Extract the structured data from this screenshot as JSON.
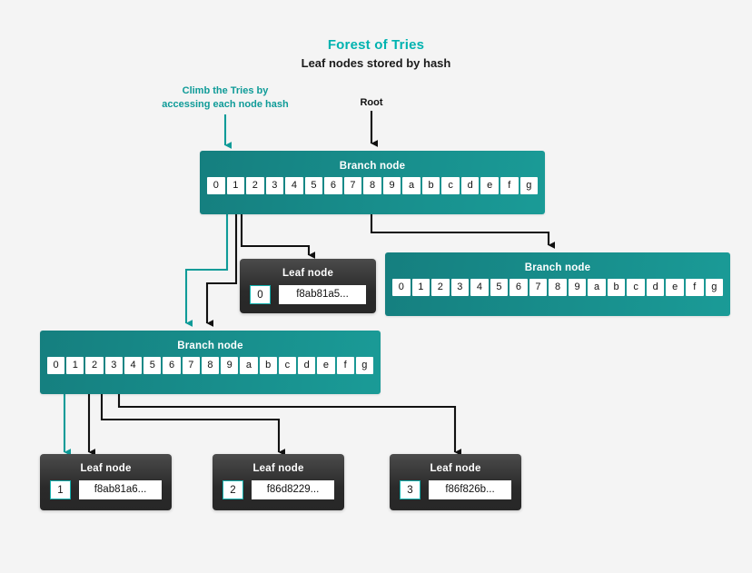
{
  "header": {
    "title": "Forest of Tries",
    "subtitle": "Leaf nodes stored by hash"
  },
  "annotations": {
    "climb": "Climb the Tries by\naccessing each node hash",
    "climb_line1": "Climb the Tries by",
    "climb_line2": "accessing each node hash",
    "root": "Root"
  },
  "colors": {
    "background": "#f4f4f4",
    "title_teal": "#00b3b0",
    "accent_teal": "#0f9b98",
    "branch_from": "#157f7f",
    "branch_to": "#1a9b97",
    "leaf_from": "#4b4b4b",
    "leaf_to": "#272727",
    "index_border": "#14b1ae",
    "wire_dark": "#111111",
    "wire_teal": "#0f9b98"
  },
  "labels": {
    "branch_node": "Branch node",
    "leaf_node": "Leaf node"
  },
  "nibbles": [
    "0",
    "1",
    "2",
    "3",
    "4",
    "5",
    "6",
    "7",
    "8",
    "9",
    "a",
    "b",
    "c",
    "d",
    "e",
    "f",
    "g"
  ],
  "nodes": {
    "root_branch": {
      "name": "root-branch-node",
      "title": "Branch node",
      "cells": [
        "0",
        "1",
        "2",
        "3",
        "4",
        "5",
        "6",
        "7",
        "8",
        "9",
        "a",
        "b",
        "c",
        "d",
        "e",
        "f",
        "g"
      ],
      "active_cells": [
        "0",
        "1",
        "8"
      ]
    },
    "right_branch": {
      "name": "right-branch-node",
      "title": "Branch node",
      "cells": [
        "0",
        "1",
        "2",
        "3",
        "4",
        "5",
        "6",
        "7",
        "8",
        "9",
        "a",
        "b",
        "c",
        "d",
        "e",
        "f",
        "g"
      ],
      "active_cells": []
    },
    "left_branch": {
      "name": "left-branch-node",
      "title": "Branch node",
      "cells": [
        "0",
        "1",
        "2",
        "3",
        "4",
        "5",
        "6",
        "7",
        "8",
        "9",
        "a",
        "b",
        "c",
        "d",
        "e",
        "f",
        "g"
      ],
      "active_cells": [
        "0",
        "1",
        "2",
        "3"
      ]
    },
    "leaf_top": {
      "title": "Leaf node",
      "index": "0",
      "hash": "f8ab81a5..."
    },
    "leaf_1": {
      "title": "Leaf node",
      "index": "1",
      "hash": "f8ab81a6..."
    },
    "leaf_2": {
      "title": "Leaf node",
      "index": "2",
      "hash": "f86d8229..."
    },
    "leaf_3": {
      "title": "Leaf node",
      "index": "3",
      "hash": "f86f826b..."
    }
  }
}
